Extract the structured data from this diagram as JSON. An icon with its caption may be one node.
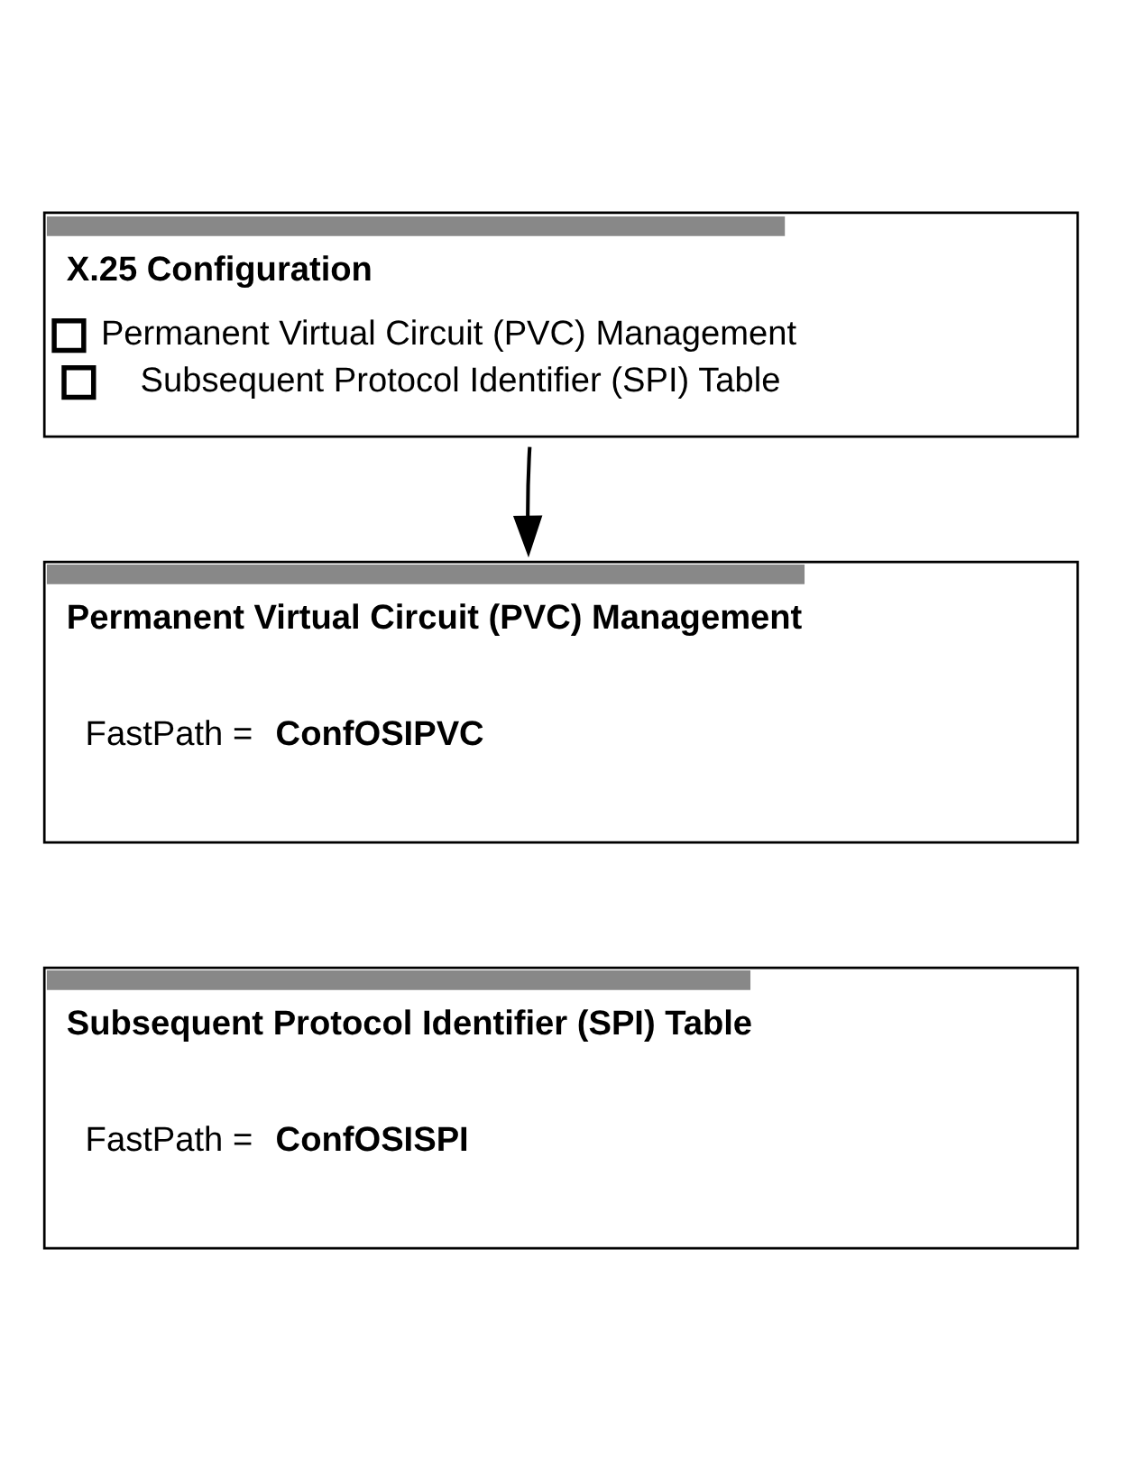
{
  "diagram": {
    "nodes": [
      {
        "text": [
          "X.25 Configuration",
          "Permanent Virtual Circuit (PVC) Management",
          "Subsequent Protocol Identifier (SPI) Table"
        ]
      },
      {
        "text": [
          "Permanent Virtual Circuit (PVC) Management",
          "FastPath =",
          "ConfOSIPVC"
        ]
      },
      {
        "text": [
          "Subsequent Protocol Identifier (SPI) Table",
          "FastPath =",
          "ConfOSISPI"
        ]
      }
    ],
    "edges": [
      {
        "from": 0,
        "to": 1,
        "arrow": "to"
      }
    ]
  }
}
